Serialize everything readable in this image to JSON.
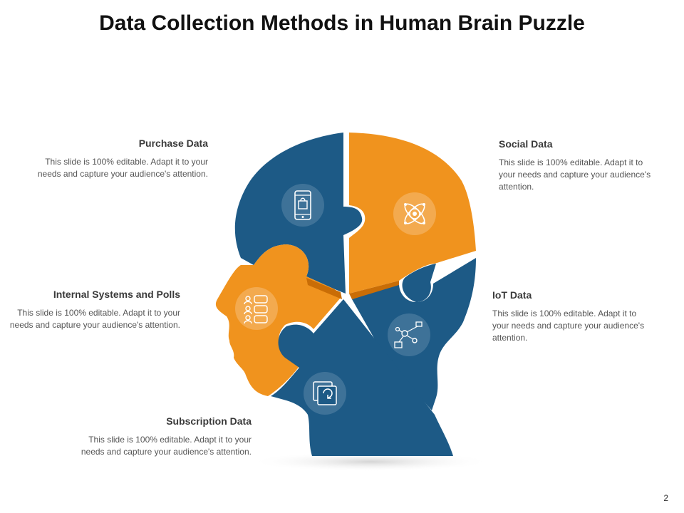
{
  "title": "Data Collection Methods in Human Brain Puzzle",
  "colors": {
    "blue": "#1d5a86",
    "orange": "#f0931e",
    "dark_orange": "#c96d06"
  },
  "sections": {
    "purchase": {
      "title": "Purchase Data",
      "body": "This slide is 100% editable. Adapt it to your needs and capture your audience's attention.",
      "icon": "mobile-shopping-icon"
    },
    "social": {
      "title": "Social Data",
      "body": "This slide is 100% editable. Adapt it to your needs and capture your audience's attention.",
      "icon": "atom-network-icon"
    },
    "internal": {
      "title": "Internal Systems and Polls",
      "body": "This slide is 100% editable. Adapt it to your needs and capture your audience's attention.",
      "icon": "users-list-icon"
    },
    "iot": {
      "title": "IoT Data",
      "body": "This slide is 100% editable. Adapt it to your needs and capture your audience's attention.",
      "icon": "iot-network-icon"
    },
    "subscription": {
      "title": "Subscription Data",
      "body": "This slide is 100% editable. Adapt it to your needs and capture your audience's attention.",
      "icon": "subscription-renew-icon"
    }
  },
  "page_number": "2"
}
